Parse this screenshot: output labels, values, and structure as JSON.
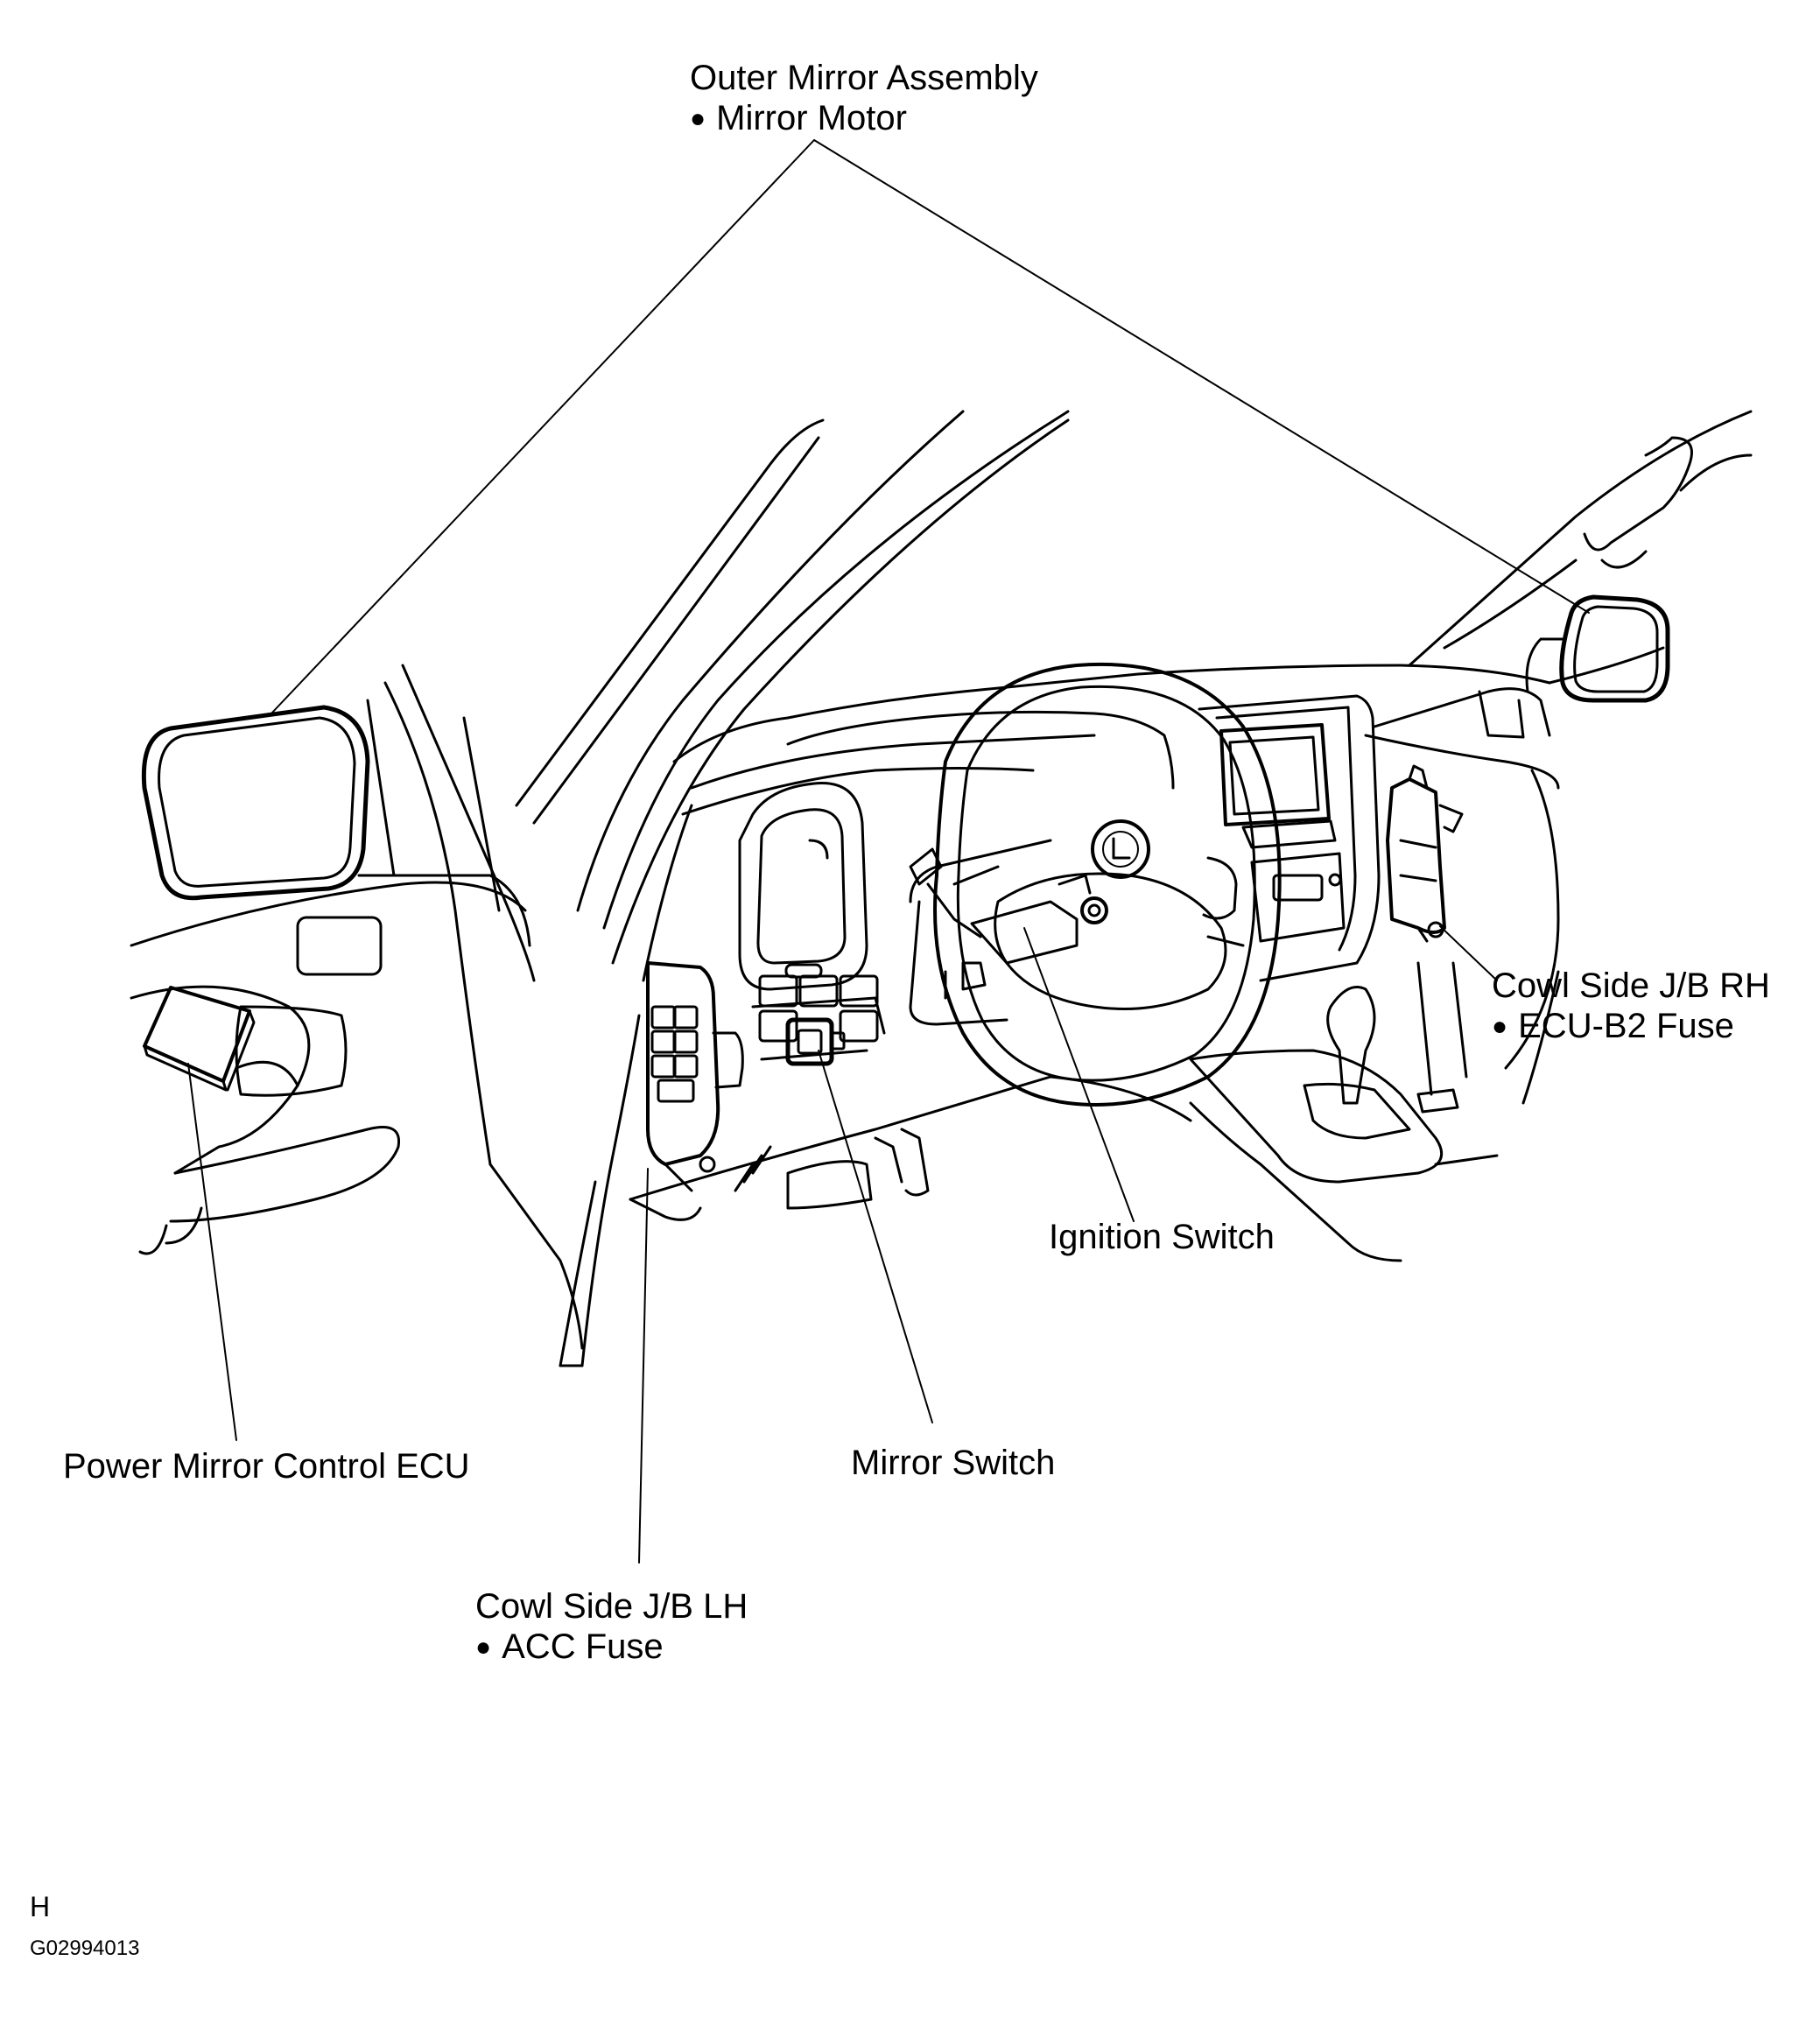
{
  "labels": {
    "outer_mirror": {
      "title": "Outer Mirror Assembly",
      "item": "Mirror Motor"
    },
    "cowl_rh": {
      "title": "Cowl Side J/B RH",
      "item": "ECU-B2 Fuse"
    },
    "ignition_switch": {
      "title": "Ignition Switch"
    },
    "mirror_switch": {
      "title": "Mirror Switch"
    },
    "power_mirror_ecu": {
      "title": "Power Mirror Control ECU"
    },
    "cowl_lh": {
      "title": "Cowl Side J/B LH",
      "item": "ACC Fuse"
    }
  },
  "footer": {
    "code": "H",
    "figure_id": "G02994013"
  },
  "colors": {
    "ink": "#000000",
    "paper": "#ffffff"
  }
}
